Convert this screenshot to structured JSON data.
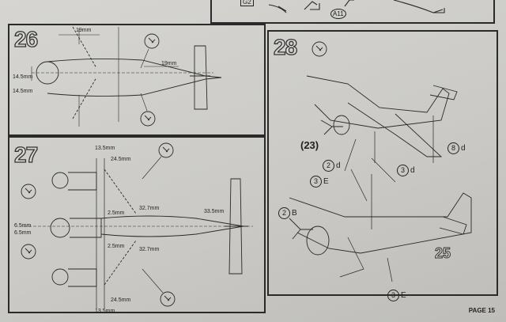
{
  "top_strip": {
    "part_left": "G2",
    "part_right": "A11"
  },
  "step26": {
    "number": "26",
    "dims": {
      "top": "19mm",
      "mid": "19mm",
      "left_a": "14.5mm",
      "left_b": "14.5mm"
    }
  },
  "step27": {
    "number": "27",
    "dims": {
      "top": "13.5mm",
      "top_inner": "24.5mm",
      "c1": "2.5mm",
      "c2": "32.7mm",
      "c3": "33.5mm",
      "l1": "6.5mm",
      "l2": "6.5mm",
      "c4": "2.5mm",
      "c5": "32.7mm",
      "bot_inner": "24.5mm",
      "bot": "13.5mm"
    }
  },
  "step28": {
    "number": "28",
    "ref23": "(23)",
    "ref25": "25",
    "callouts": {
      "c8": {
        "num": "8",
        "letter": "d"
      },
      "c2a": {
        "num": "2",
        "letter": "d"
      },
      "c3a": {
        "num": "3",
        "letter": "d"
      },
      "c3e": {
        "num": "3",
        "letter": "E"
      },
      "c2b": {
        "num": "2",
        "letter": "B"
      },
      "c3e2": {
        "num": "3",
        "letter": "E"
      }
    }
  },
  "footer": {
    "page": "PAGE 15"
  }
}
